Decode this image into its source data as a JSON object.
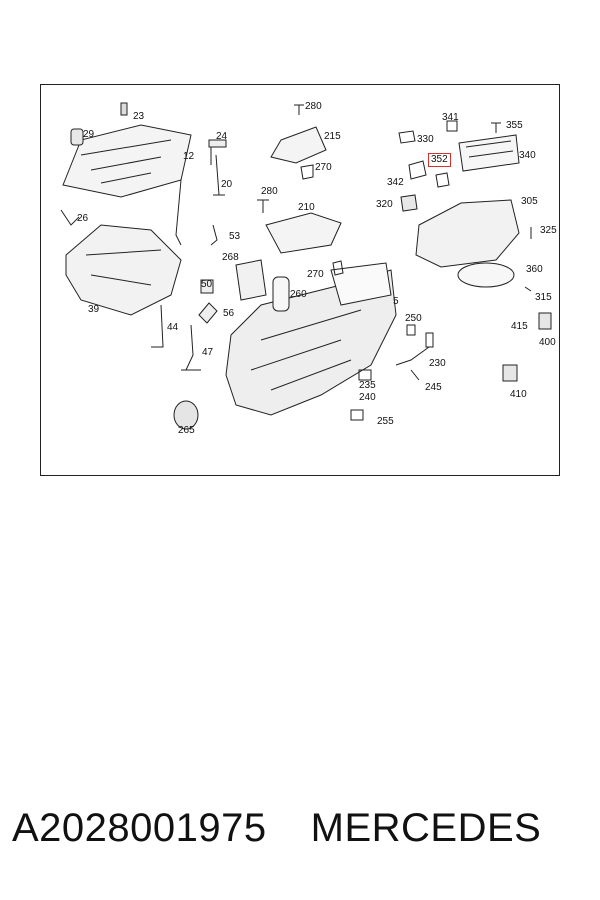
{
  "diagram": {
    "part_labels": [
      "23",
      "29",
      "24",
      "12",
      "20",
      "26",
      "53",
      "39",
      "50",
      "44",
      "56",
      "47",
      "265",
      "268",
      "260",
      "280",
      "210",
      "270",
      "5",
      "250",
      "230",
      "245",
      "235",
      "240",
      "255",
      "215",
      "341",
      "355",
      "330",
      "352",
      "342",
      "340",
      "320",
      "305",
      "325",
      "360",
      "315",
      "415",
      "400",
      "410"
    ],
    "highlighted_label": "352",
    "highlight_color": "#d33333"
  },
  "caption": {
    "part_number": "A2028001975",
    "brand": "MERCEDES"
  }
}
